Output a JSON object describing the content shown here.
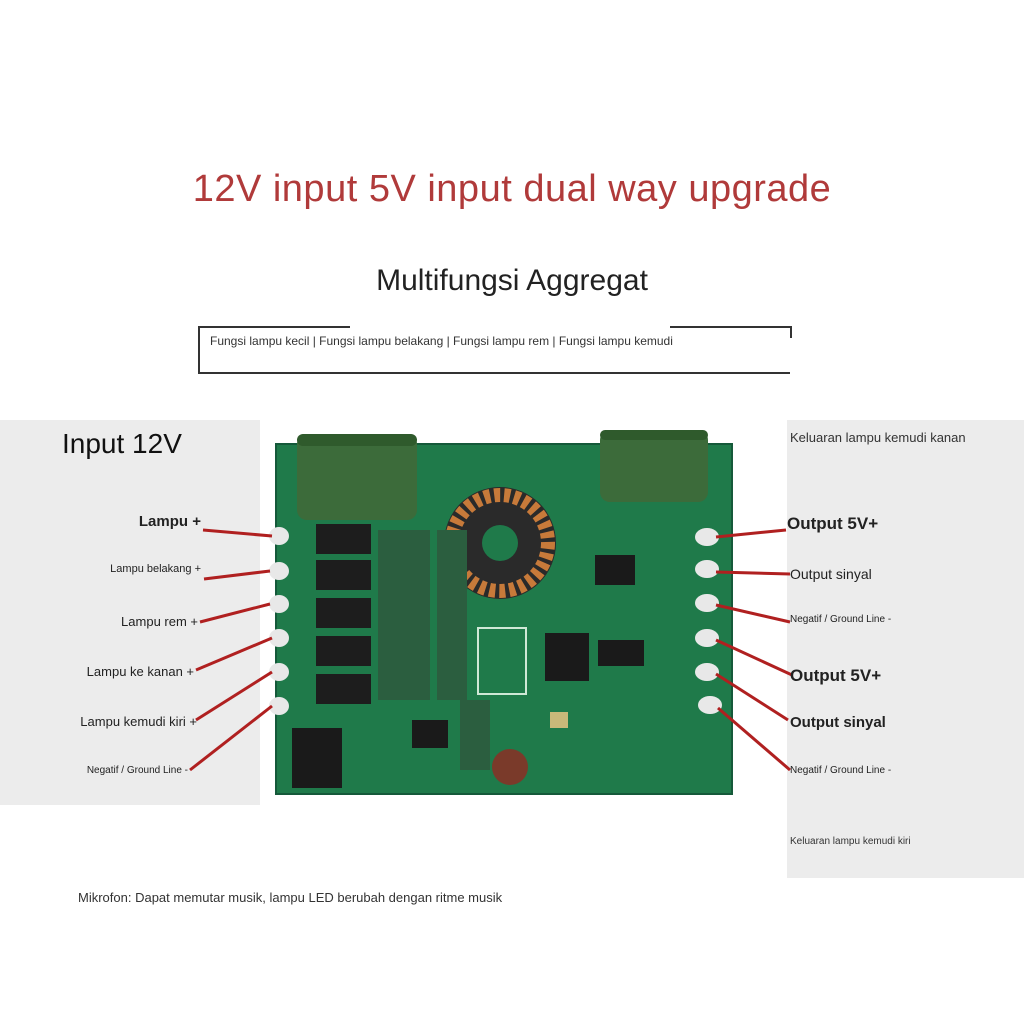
{
  "headline": "12V input 5V input dual way upgrade",
  "subtitle": "Multifungsi Aggregat",
  "functions": "Fungsi lampu kecil | Fungsi lampu belakang | Fungsi lampu rem | Fungsi lampu kemudi",
  "input_title": "Input 12V",
  "left_labels": [
    "Lampu +",
    "Lampu belakang +",
    "Lampu rem +",
    "Lampu ke kanan +",
    "Lampu kemudi kiri +",
    "Negatif / Ground Line -"
  ],
  "right_labels": [
    "Output 5V+",
    "Output sinyal",
    "Negatif / Ground Line -",
    "Output 5V+",
    "Output sinyal",
    "Negatif / Ground Line -"
  ],
  "right_top_note": "Keluaran lampu kemudi kanan",
  "right_bottom_note": "Keluaran lampu kemudi kiri",
  "mic_note": "Mikrofon: Dapat memutar musik, lampu LED berubah dengan ritme musik",
  "colors": {
    "headline": "#b03a3a",
    "pcb": "#1f7a4a",
    "leader_line": "#b02020",
    "panel": "#ececec"
  }
}
